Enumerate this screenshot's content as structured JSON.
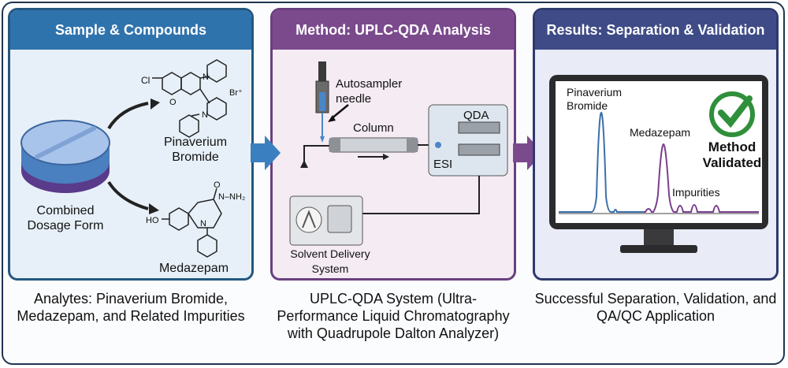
{
  "panels": [
    {
      "title": "Sample & Compounds",
      "labels": {
        "dosage_form": "Combined Dosage Form",
        "compound1": "Pinaverium Bromide",
        "compound2": "Medazepam",
        "cl": "Cl",
        "br": "Br⁺",
        "o": "O",
        "n1": "N",
        "n2": "N",
        "ho": "HO",
        "o2": "O",
        "nh2": "N–NH₂",
        "n3": "N"
      },
      "caption": "Analytes: Pinaverium Bromide, Medazepam, and Related Impurities"
    },
    {
      "title": "Method: UPLC-QDA Analysis",
      "labels": {
        "autosampler": "Autosampler needle",
        "column": "Column",
        "qda": "QDA",
        "esi": "ESI",
        "solvent": "Solvent Delivery System"
      },
      "caption": "UPLC-QDA System (Ultra-Performance Liquid Chromatography with Quadrupole Dalton Analyzer)"
    },
    {
      "title": "Results: Separation & Validation",
      "labels": {
        "peak1": "Pinaverium Bromide",
        "peak2": "Medazepam",
        "impurities": "Impurities",
        "validated": "Method Validated"
      },
      "caption": "Successful Separation, Validation, and QA/QC Application"
    }
  ],
  "colors": {
    "panel1_header": "#2f73ad",
    "panel2_header": "#7b4a8d",
    "panel3_header": "#3e4b86",
    "check_green": "#2f8f3a",
    "trace_blue": "#3b6fa8",
    "trace_purple": "#7b3f8e"
  }
}
